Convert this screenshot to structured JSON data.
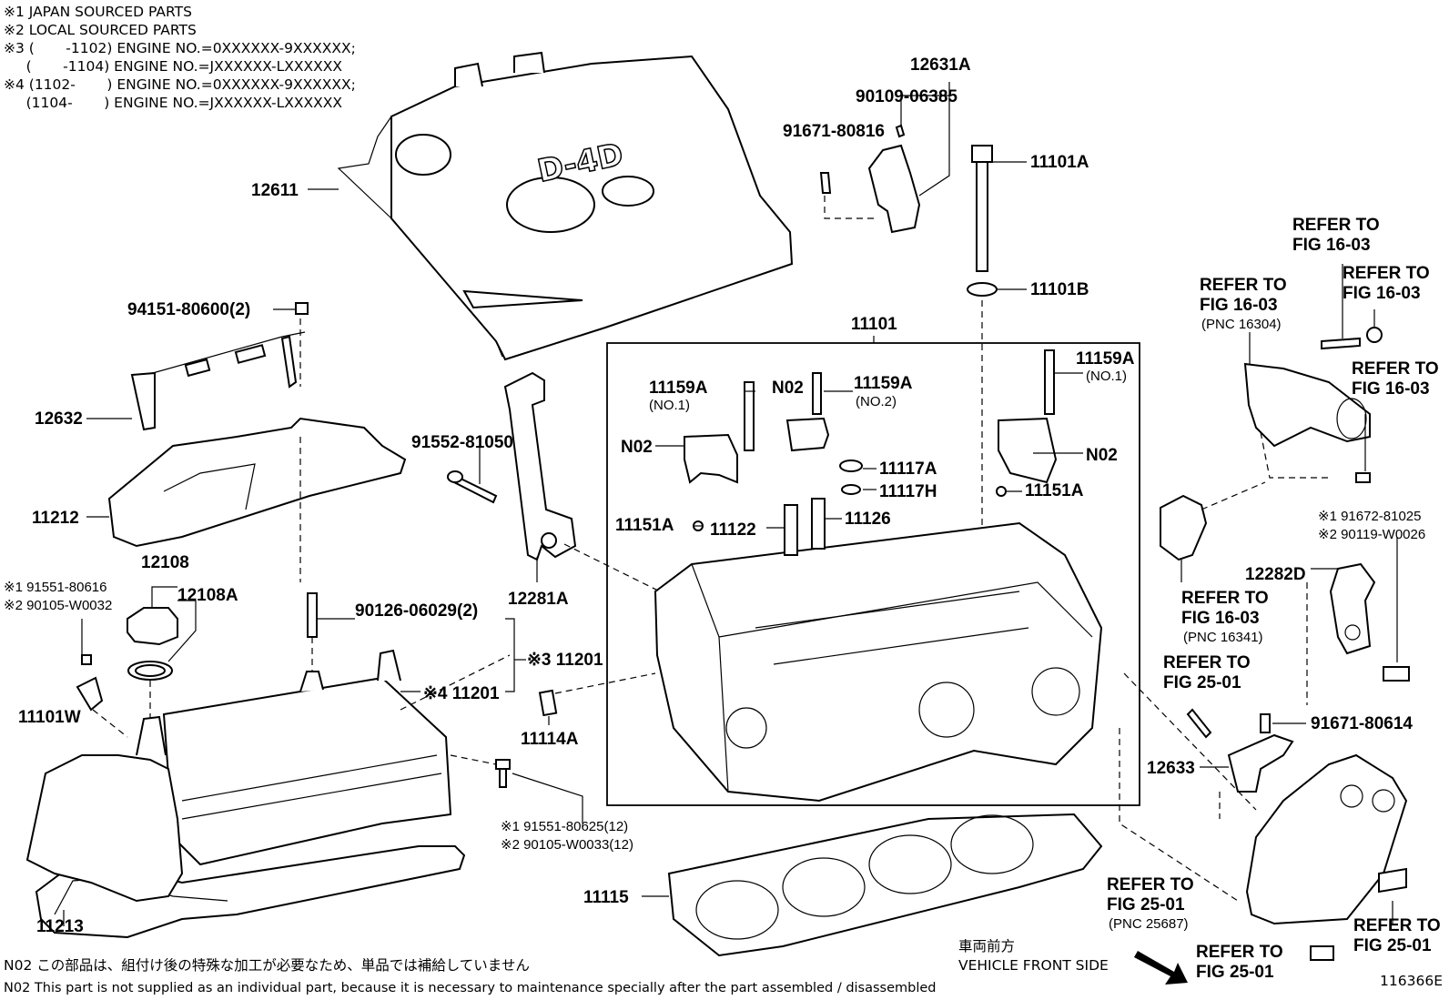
{
  "header_notes": [
    "※1 JAPAN SOURCED PARTS",
    "※2 LOCAL SOURCED PARTS",
    "※3 (       -1102) ENGINE NO.=0XXXXXX-9XXXXXX;",
    "     (       -1104) ENGINE NO.=JXXXXXX-LXXXXXX",
    "※4 (1102-       ) ENGINE NO.=0XXXXXX-9XXXXXX;",
    "     (1104-       ) ENGINE NO.=JXXXXXX-LXXXXXX"
  ],
  "engine_cover_text": "D-4D",
  "parts": {
    "p12611": "12611",
    "p12631A": "12631A",
    "p90109": "90109-06385",
    "p91671_816": "91671-80816",
    "p11101A": "11101A",
    "p11101B": "11101B",
    "p11101": "11101",
    "p94151": "94151-80600(2)",
    "p12632": "12632",
    "p11212": "11212",
    "p91552": "91552-81050",
    "p11159A_l": "11159A",
    "p_no1_l": "(NO.1)",
    "p11159A_m": "11159A",
    "p_no2": "(NO.2)",
    "p11159A_r": "11159A",
    "p_no1_r": "(NO.1)",
    "pN02_m": "N02",
    "pN02_l": "N02",
    "pN02_r": "N02",
    "p11117A": "11117A",
    "p11117H": "11117H",
    "p11151A_r": "11151A",
    "p11151A_l": "11151A",
    "p11122": "11122",
    "p11126": "11126",
    "p12108": "12108",
    "p12108A": "12108A",
    "p1_91551_616": "※1 91551-80616",
    "p2_90105_032": "※2 90105-W0032",
    "p90126": "90126-06029(2)",
    "p12281A": "12281A",
    "p3_11201": "※3 11201",
    "p4_11201": "※4 11201",
    "p11101W": "11101W",
    "p11114A": "11114A",
    "p1_91551_625": "※1 91551-80625(12)",
    "p2_90105_033": "※2 90105-W0033(12)",
    "p11213": "11213",
    "p11115": "11115",
    "p12282D": "12282D",
    "p1_91672": "※1 91672-81025",
    "p2_90119": "※2 90119-W0026",
    "p91671_614": "91671-80614",
    "p12633": "12633"
  },
  "refer_to": {
    "r1": [
      "REFER TO",
      "FIG 16-03"
    ],
    "r2": [
      "REFER TO",
      "FIG 16-03",
      "(PNC 16304)"
    ],
    "r3": [
      "REFER TO",
      "FIG 16-03"
    ],
    "r4": [
      "REFER TO",
      "FIG 16-03"
    ],
    "r5": [
      "REFER TO",
      "FIG 16-03",
      "(PNC 16341)"
    ],
    "r6": [
      "REFER TO",
      "FIG 25-01"
    ],
    "r7": [
      "REFER TO",
      "FIG 25-01",
      "(PNC 25687)"
    ],
    "r8": [
      "REFER TO",
      "FIG 25-01"
    ],
    "r9": [
      "REFER TO",
      "FIG 25-01"
    ]
  },
  "vehicle_front": {
    "jp": "車両前方",
    "en": "VEHICLE FRONT SIDE"
  },
  "footer_notes": {
    "jp": "N02  この部品は、組付け後の特殊な加工が必要なため、単品では補給していません",
    "en": "N02  This part is not supplied as an individual part, because it is necessary to maintenance specially after the part assembled / disassembled"
  },
  "figure_id": "116366E"
}
